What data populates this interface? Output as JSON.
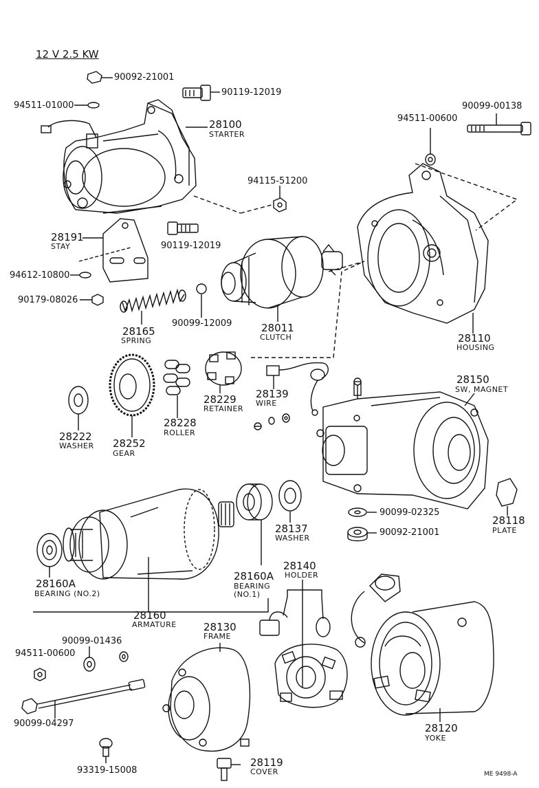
{
  "title": "12 V 2.5 KW",
  "ref_code": "ME 9498-A",
  "parts": {
    "nut_top": "90092-21001",
    "bolt_top": "90119-12019",
    "washer_top_left": "94511-01000",
    "starter_no": "28100",
    "starter_name": "STARTER",
    "stud_bolt": "90099-00138",
    "washer_right": "94511-00600",
    "nut_mid": "94115-51200",
    "stay_no": "28191",
    "stay_name": "STAY",
    "bolt_stay": "90119-12019",
    "washer_stay": "94612-10800",
    "nut_stay": "90179-08026",
    "ball": "90099-12009",
    "spring_no": "28165",
    "spring_name": "SPRING",
    "clutch_no": "28011",
    "clutch_name": "CLUTCH",
    "housing_no": "28110",
    "housing_name": "HOUSING",
    "washer_no": "28222",
    "washer_name": "WASHER",
    "gear_no": "28252",
    "gear_name": "GEAR",
    "roller_no": "28228",
    "roller_name": "ROLLER",
    "retainer_no": "28229",
    "retainer_name": "RETAINER",
    "wire_no": "28139",
    "wire_name": "WIRE",
    "magnet_no": "28150",
    "magnet_name": "SW, MAGNET",
    "plate_no": "28118",
    "plate_name": "PLATE",
    "washer_mag": "90099-02325",
    "nut_mag": "90092-21001",
    "washer2_no": "28137",
    "washer2_name": "WASHER",
    "bearing2_no": "28160A",
    "bearing2_name": "BEARING (NO.2)",
    "bearing1_no": "28160A",
    "bearing1_name_a": "BEARING",
    "bearing1_name_b": "(NO.1)",
    "armature_no": "28160",
    "armature_name": "ARMATURE",
    "holder_no": "28140",
    "holder_name": "HOLDER",
    "frame_no": "28130",
    "frame_name": "FRAME",
    "washer_frame": "90099-01436",
    "washer_bolt": "94511-00600",
    "through_bolt": "90099-04297",
    "yoke_no": "28120",
    "yoke_name": "YOKE",
    "screw": "93319-15008",
    "cover_no": "28119",
    "cover_name": "COVER"
  }
}
